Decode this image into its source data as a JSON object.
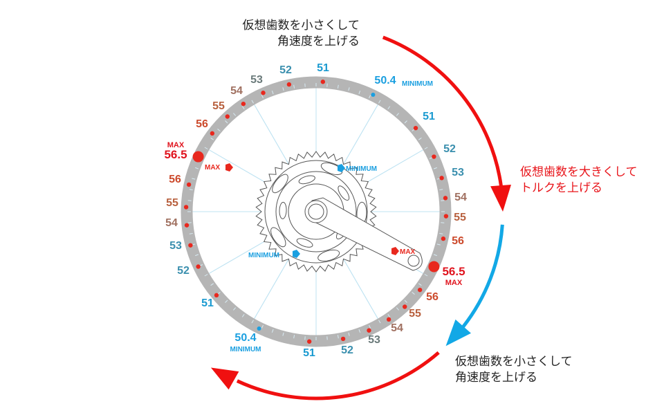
{
  "colors": {
    "ring": "#b5b5b5",
    "dot": "#e8281e",
    "min_dot": "#1a9fe0",
    "red_arrow": "#f01010",
    "blue_arrow": "#12a8e6",
    "spoke": "#bfe3f2",
    "crank": "#555555"
  },
  "annotations": {
    "top": {
      "line1": "仮想歯数を小さくして",
      "line2": "角速度を上げる"
    },
    "right": {
      "line1": "仮想歯数を大きくして",
      "line2": "トルクを上げる"
    },
    "bottom": {
      "line1": "仮想歯数を小さくして",
      "line2": "角速度を上げる"
    }
  },
  "ring_labels": [
    {
      "value": "51",
      "color": "#1a9ad0"
    },
    {
      "value": "52",
      "color": "#3a8fae"
    },
    {
      "value": "53",
      "color": "#6a7a7a"
    },
    {
      "value": "54",
      "color": "#a07060"
    },
    {
      "value": "55",
      "color": "#b8603e"
    },
    {
      "value": "56",
      "color": "#cc4a2c"
    },
    {
      "value": "56.5",
      "color": "#e0141e",
      "big": true,
      "tag": "MAX"
    },
    {
      "value": "56",
      "color": "#cc4a2c"
    },
    {
      "value": "55",
      "color": "#b8603e"
    },
    {
      "value": "54",
      "color": "#a07060"
    },
    {
      "value": "53",
      "color": "#3a8fae"
    },
    {
      "value": "52",
      "color": "#3a8fae"
    },
    {
      "value": "51",
      "color": "#1a9ad0"
    },
    {
      "value": "50.4",
      "color": "#1a9fe0",
      "min": true,
      "tag": "MINIMUM"
    }
  ],
  "markers": {
    "max_label": "MAX",
    "min_label": "MINIMUM"
  }
}
